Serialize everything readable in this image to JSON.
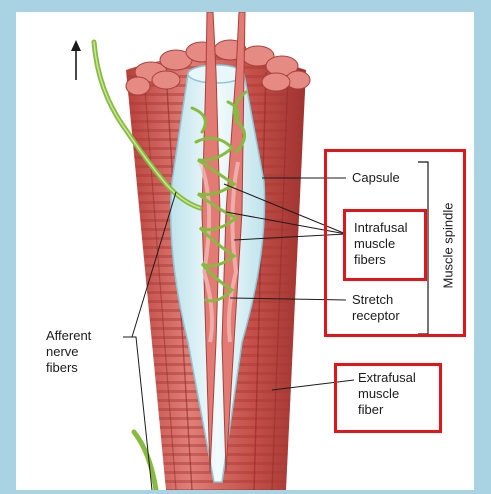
{
  "labels": {
    "capsule": "Capsule",
    "intrafusal": "Intrafusal\nmuscle\nfibers",
    "stretch": "Stretch\nreceptor",
    "extrafusal": "Extrafusal\nmuscle\nfiber",
    "afferent": "Afferent\nnerve\nfibers",
    "muscle_spindle": "Muscle spindle"
  },
  "colors": {
    "muscle": "#c94a45",
    "muscle_light": "#e7807a",
    "capsule": "#cfeaf0",
    "nerve": "#8fc34a",
    "highlight_box": "#e0161b",
    "background": "#a9d3e2"
  },
  "icons": [
    "up-arrow-icon"
  ]
}
